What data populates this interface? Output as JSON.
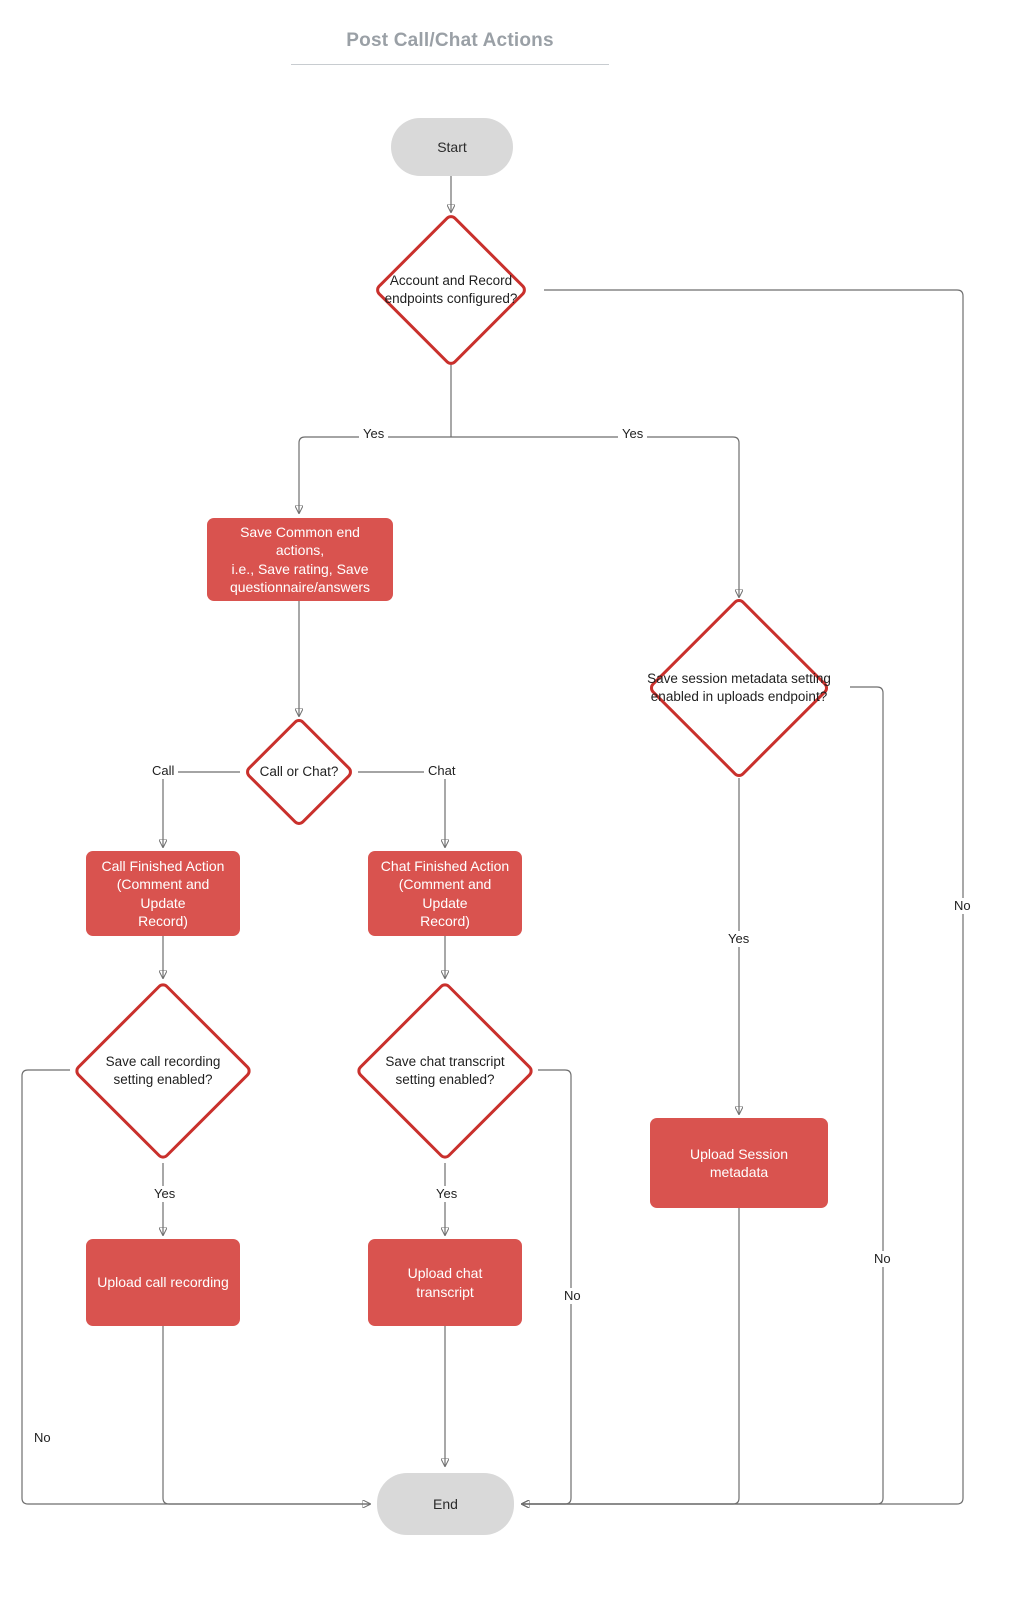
{
  "diagram": {
    "title": "Post Call/Chat Actions",
    "type": "flowchart",
    "colors": {
      "process_fill": "#d9534f",
      "process_text": "#ffffff",
      "decision_border": "#c9302c",
      "decision_fill": "#ffffff",
      "terminal_fill": "#d9d9d9",
      "edge_stroke": "#6e6e6e",
      "title_text": "#9aa0a6"
    },
    "nodes": {
      "start": {
        "label": "Start",
        "shape": "terminal"
      },
      "d_endpoints": {
        "shape": "decision",
        "lines": [
          "Account and Record",
          "endpoints configured?"
        ]
      },
      "p_common": {
        "shape": "process",
        "lines": [
          "Save Common end actions,",
          "i.e., Save rating, Save",
          "questionnaire/answers"
        ]
      },
      "d_call_or_chat": {
        "shape": "decision",
        "lines": [
          "Call or Chat?"
        ]
      },
      "p_call_finished": {
        "shape": "process",
        "lines": [
          "Call Finished Action",
          "(Comment and Update",
          "Record)"
        ]
      },
      "p_chat_finished": {
        "shape": "process",
        "lines": [
          "Chat Finished Action",
          "(Comment and Update",
          "Record)"
        ]
      },
      "d_call_recording": {
        "shape": "decision",
        "lines": [
          "Save call recording",
          "setting enabled?"
        ]
      },
      "d_chat_transcript": {
        "shape": "decision",
        "lines": [
          "Save chat transcript",
          "setting enabled?"
        ]
      },
      "d_session_meta": {
        "shape": "decision",
        "lines": [
          "Save session metadata setting",
          "enabled in uploads endpoint?"
        ]
      },
      "p_upload_recording": {
        "shape": "process",
        "lines": [
          "Upload call recording"
        ]
      },
      "p_upload_transcript": {
        "shape": "process",
        "lines": [
          "Upload chat transcript"
        ]
      },
      "p_upload_session": {
        "shape": "process",
        "lines": [
          "Upload Session metadata"
        ]
      },
      "end": {
        "label": "End",
        "shape": "terminal"
      }
    },
    "edge_labels": {
      "endpoints_yes_left": "Yes",
      "endpoints_yes_right": "Yes",
      "endpoints_no": "No",
      "branch_call": "Call",
      "branch_chat": "Chat",
      "call_recording_yes": "Yes",
      "call_recording_no": "No",
      "chat_transcript_yes": "Yes",
      "chat_transcript_no": "No",
      "session_meta_yes": "Yes",
      "session_meta_no": "No"
    }
  }
}
